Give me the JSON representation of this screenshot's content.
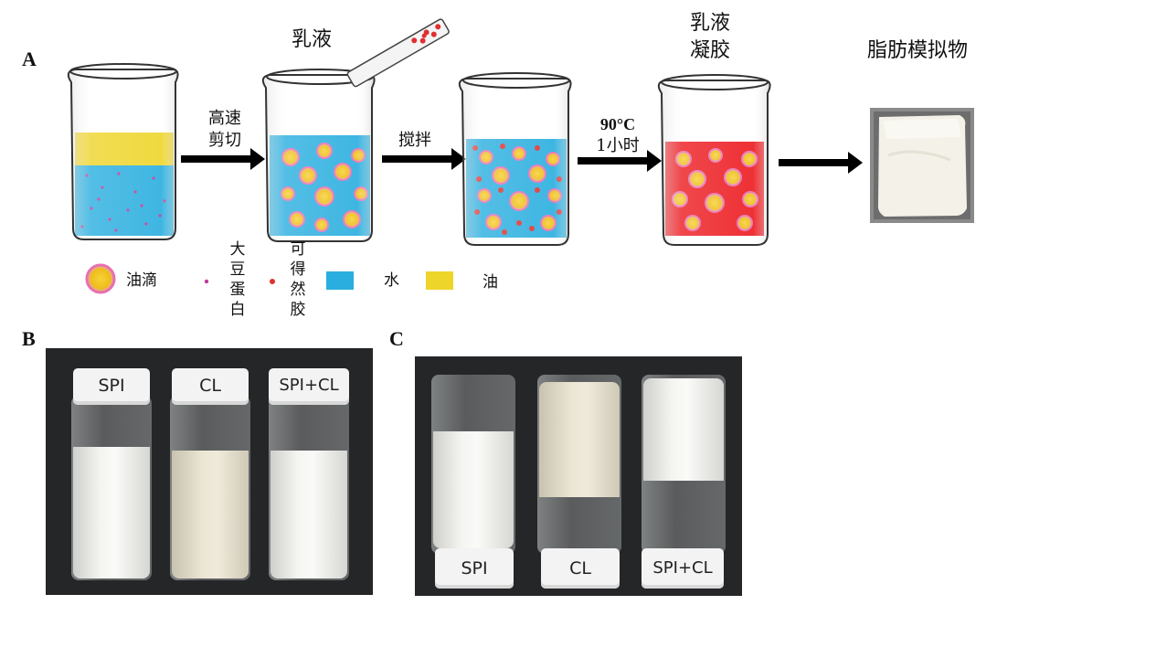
{
  "panels": {
    "a": "A",
    "b": "B",
    "c": "C"
  },
  "titles": {
    "emulsion": "乳液",
    "gel_line1": "乳液",
    "gel_line2": "凝胶",
    "fat_mimic": "脂肪模拟物"
  },
  "steps": {
    "shear_line1": "高速",
    "shear_line2": "剪切",
    "stir": "搅拌",
    "heat_line1": "90°C",
    "heat_line2": "1小时"
  },
  "legend": {
    "droplet": "油滴",
    "soy_protein": [
      "大",
      "豆",
      "蛋",
      "白"
    ],
    "curdlan": [
      "可",
      "得",
      "然",
      "胶"
    ],
    "water": "水",
    "oil": "油"
  },
  "photo_b_labels": [
    "SPI",
    "CL",
    "SPI+CL"
  ],
  "photo_c_labels": [
    "SPI",
    "CL",
    "SPI+CL"
  ],
  "colors": {
    "water": "#29aedf",
    "oil": "#eed52a",
    "gel": "#ec1a1f",
    "droplet_core": "#f0c01b",
    "droplet_shell": "#e86fb2",
    "protein_dot": "#c0399a",
    "curdlan_dot": "#e03030"
  }
}
